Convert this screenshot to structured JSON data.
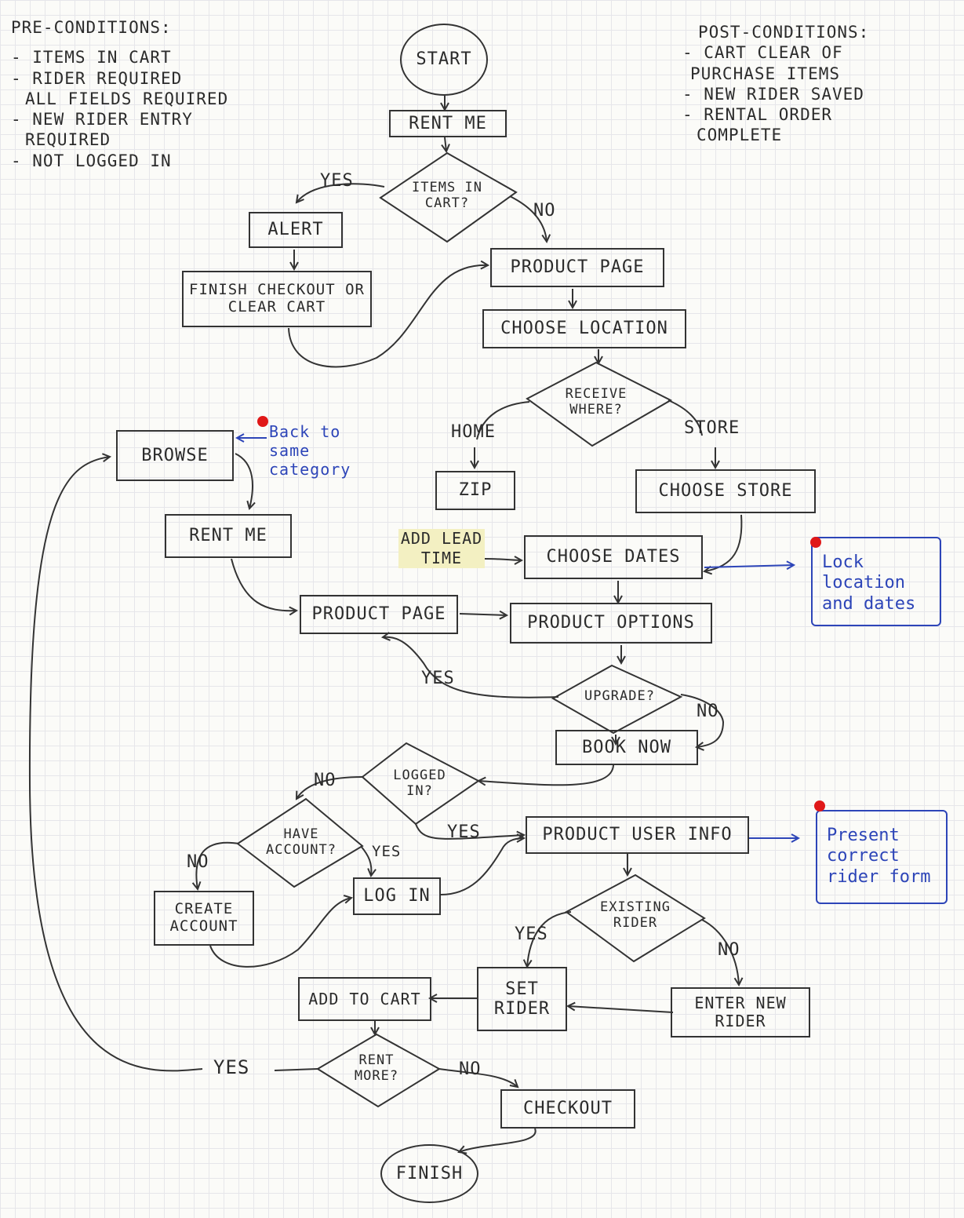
{
  "preconditions": {
    "title": "PRE-CONDITIONS:",
    "items": [
      "- ITEMS IN CART",
      "- RIDER REQUIRED",
      "ALL FIELDS REQUIRED",
      "- NEW RIDER ENTRY",
      "REQUIRED",
      "- NOT LOGGED IN"
    ]
  },
  "postconditions": {
    "title": "POST-CONDITIONS:",
    "items": [
      "- CART CLEAR OF",
      "PURCHASE ITEMS",
      "- NEW RIDER SAVED",
      "- RENTAL ORDER",
      "COMPLETE"
    ]
  },
  "nodes": {
    "start": "START",
    "rent_me_top": "RENT ME",
    "items_in_cart": "ITEMS IN CART?",
    "alert": "ALERT",
    "finish_checkout": "FINISH CHECKOUT OR CLEAR CART",
    "product_page_top": "PRODUCT PAGE",
    "choose_location": "CHOOSE LOCATION",
    "receive_where": "RECEIVE WHERE?",
    "zip": "ZIP",
    "choose_store": "CHOOSE STORE",
    "choose_dates": "CHOOSE DATES",
    "browse": "BROWSE",
    "rent_me_mid": "RENT ME",
    "product_page_mid": "PRODUCT PAGE",
    "product_options": "PRODUCT OPTIONS",
    "upgrade": "UPGRADE?",
    "book_now": "BOOK NOW",
    "logged_in": "LOGGED IN?",
    "have_account": "HAVE ACCOUNT?",
    "create_account": "CREATE ACCOUNT",
    "log_in": "LOG IN",
    "product_user_info": "PRODUCT USER INFO",
    "existing_rider": "EXISTING RIDER",
    "set_rider": "SET RIDER",
    "enter_new_rider": "ENTER NEW RIDER",
    "add_to_cart": "ADD TO CART",
    "rent_more": "RENT MORE?",
    "checkout": "CHECKOUT",
    "finish": "FINISH"
  },
  "edge_labels": {
    "yes_items": "YES",
    "no_items": "NO",
    "home": "HOME",
    "store": "STORE",
    "add_lead_time": "ADD LEAD TIME",
    "yes_upgrade": "YES",
    "no_upgrade": "NO",
    "no_logged": "NO",
    "yes_logged": "YES",
    "no_account": "NO",
    "yes_account": "YES",
    "yes_rider": "YES",
    "no_rider": "NO",
    "yes_more": "YES",
    "no_more": "NO"
  },
  "annotations": {
    "back_to_category": "Back to same category",
    "lock_location": "Lock location and dates",
    "present_rider_form": "Present correct rider form"
  },
  "colors": {
    "ink": "#333333",
    "annotation": "#2d45b8",
    "marker": "#e01818",
    "highlight": "#f3f0c2"
  }
}
